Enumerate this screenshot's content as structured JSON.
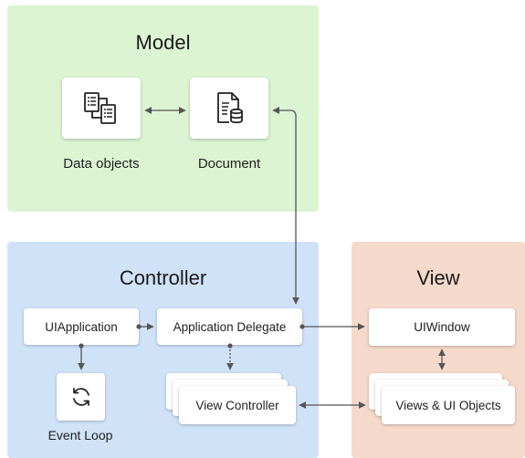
{
  "model": {
    "title": "Model",
    "data_objects_label": "Data objects",
    "document_label": "Document"
  },
  "controller": {
    "title": "Controller",
    "ui_application": "UIApplication",
    "app_delegate": "Application Delegate",
    "view_controller": "View Controller",
    "event_loop": "Event Loop"
  },
  "view": {
    "title": "View",
    "ui_window": "UIWindow",
    "views_ui_objects": "Views & UI Objects"
  },
  "colors": {
    "model_bg": "#dcf4d2",
    "controller_bg": "#d0e2f8",
    "view_bg": "#f5d9cb",
    "arrow": "#555555"
  },
  "icons": {
    "data_objects": "data-objects-icon",
    "document": "document-icon",
    "event_loop": "event-loop-icon"
  }
}
